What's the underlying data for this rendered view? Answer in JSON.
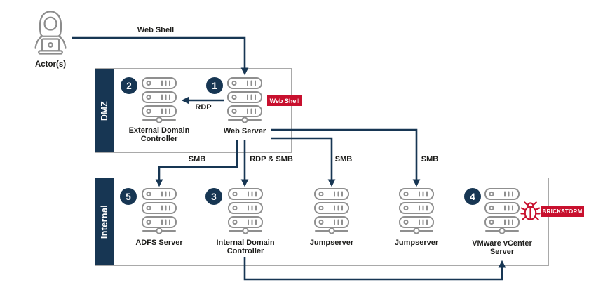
{
  "colors": {
    "navy": "#173653",
    "red": "#C8102E",
    "icon_gray": "#8F8F8F",
    "border_gray": "#A9A9A9",
    "text": "#1D1D1B"
  },
  "actor": {
    "label": "Actor(s)"
  },
  "zones": [
    {
      "label": "DMZ"
    },
    {
      "label": "Internal"
    }
  ],
  "nodes": [
    {
      "name": "external-domain-controller",
      "badge": "2",
      "label": "External Domain\nController"
    },
    {
      "name": "web-server",
      "badge": "1",
      "label": "Web Server",
      "tag": "Web Shell"
    },
    {
      "name": "adfs-server",
      "badge": "5",
      "label": "ADFS Server"
    },
    {
      "name": "internal-domain-controller",
      "badge": "3",
      "label": "Internal Domain\nController"
    },
    {
      "name": "jumpserver-1",
      "label": "Jumpserver"
    },
    {
      "name": "jumpserver-2",
      "label": "Jumpserver"
    },
    {
      "name": "vmware-vcenter-server",
      "badge": "4",
      "label": "VMware vCenter\nServer",
      "tag": "BRICKSTORM"
    }
  ],
  "edges": [
    {
      "name": "actor-to-web-server",
      "label": "Web Shell"
    },
    {
      "name": "web-server-to-external-dc",
      "label": "RDP"
    },
    {
      "name": "web-server-to-adfs",
      "label": "SMB"
    },
    {
      "name": "web-server-to-internal-dc",
      "label": "RDP & SMB"
    },
    {
      "name": "web-server-to-jumpserver-1",
      "label": "SMB"
    },
    {
      "name": "web-server-to-jumpserver-2",
      "label": "SMB"
    },
    {
      "name": "internal-dc-to-vcenter",
      "label": ""
    }
  ]
}
